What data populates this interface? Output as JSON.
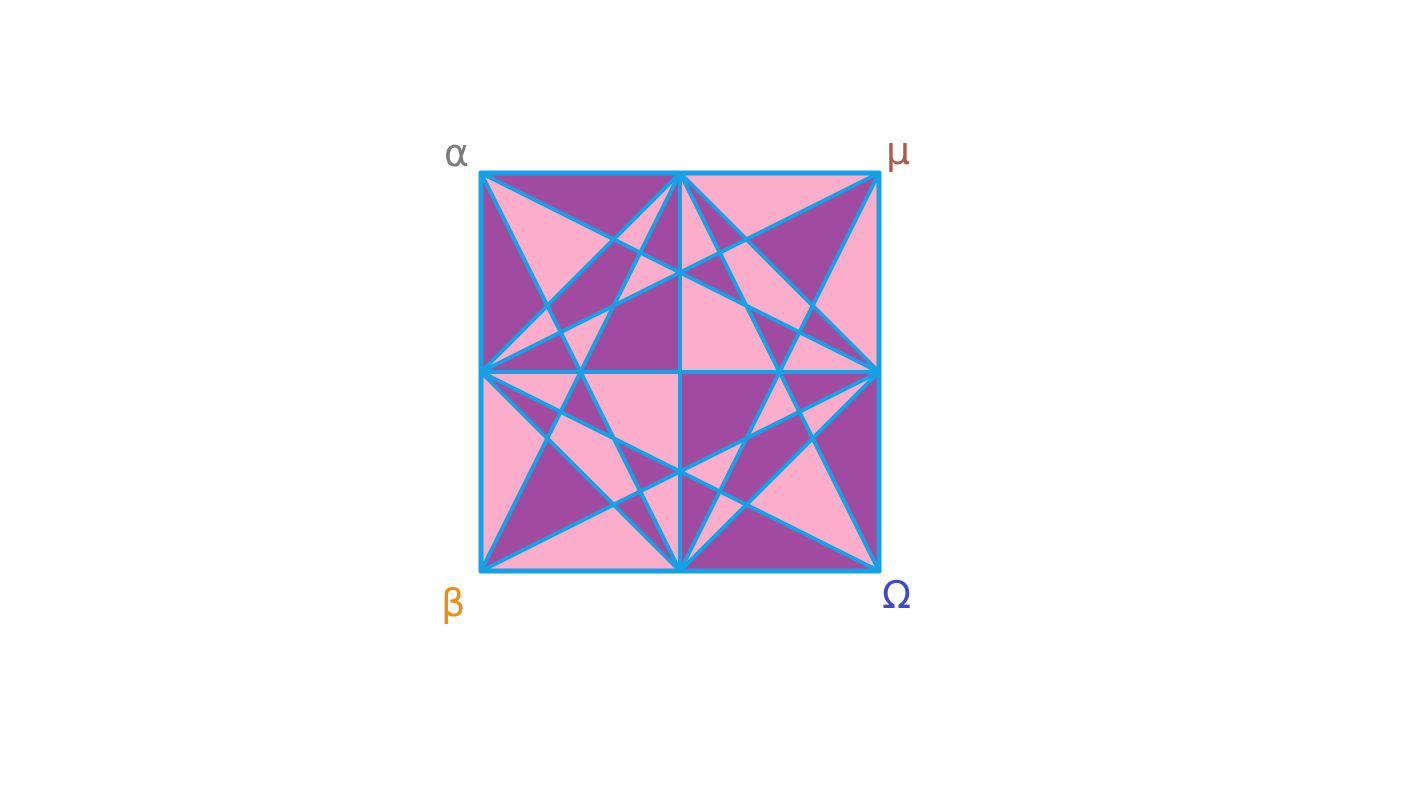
{
  "colors": {
    "stroke": "#16a0e6",
    "pink": "#fbadc9",
    "purple": "#a14ba0"
  },
  "labels": {
    "top_left": {
      "text": "α",
      "color": "#7c7c7c"
    },
    "top_right": {
      "text": "μ",
      "color": "#b05a4a"
    },
    "bottom_left": {
      "text": "β",
      "color": "#f28c0f"
    },
    "bottom_right": {
      "text": "Ω",
      "color": "#3f46cf"
    }
  }
}
